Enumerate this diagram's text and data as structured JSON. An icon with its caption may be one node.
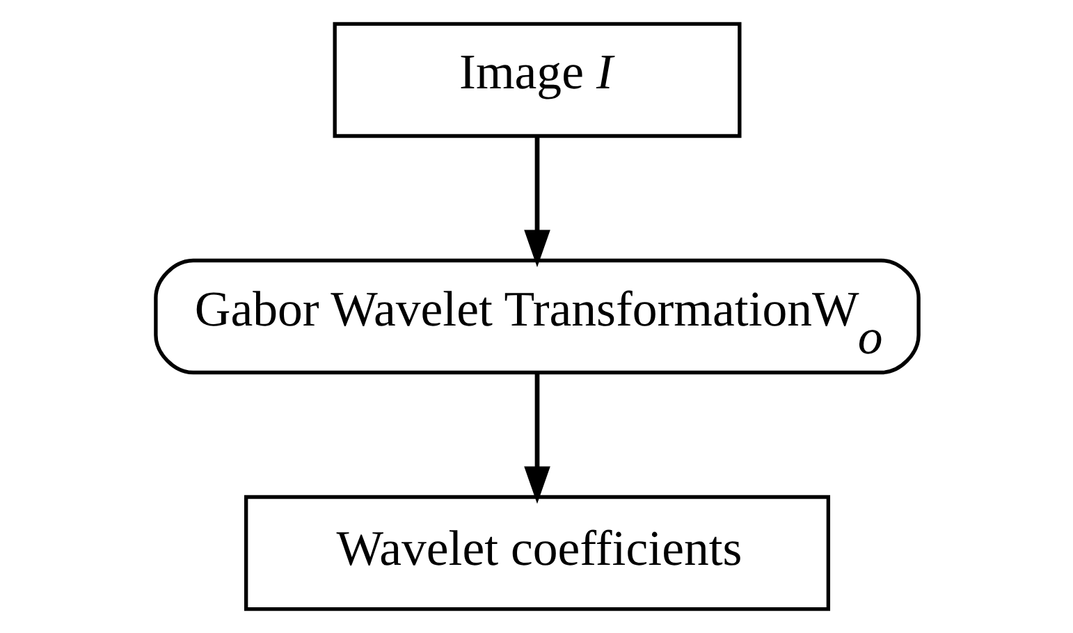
{
  "diagram": {
    "nodes": [
      {
        "text": [
          "Image *I*"
        ]
      },
      {
        "text": [
          "Gabor Wavelet TransformationW$_{o}$"
        ]
      },
      {
        "text": [
          "Wavelet coefficients"
        ]
      }
    ],
    "edges": [
      {
        "from": 0,
        "to": 1,
        "arrow": "to"
      },
      {
        "from": 1,
        "to": 2,
        "arrow": "to"
      }
    ]
  }
}
